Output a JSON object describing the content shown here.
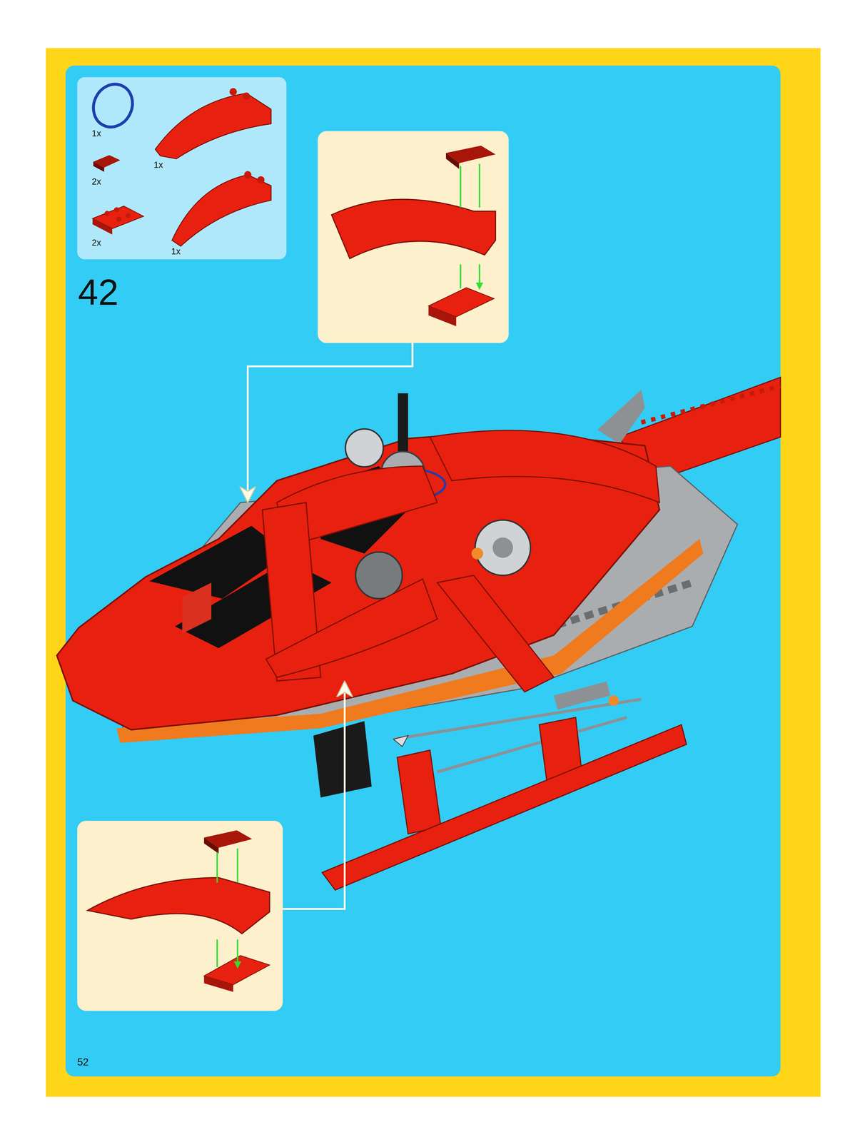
{
  "diagram": {
    "labels": [
      "1x",
      "1x",
      "2x",
      "2x",
      "1x",
      "42",
      "52"
    ]
  }
}
